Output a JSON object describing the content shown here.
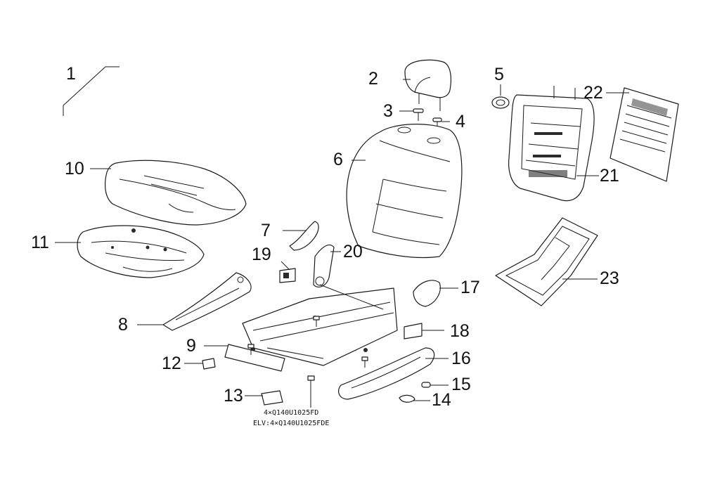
{
  "callouts": {
    "c1": "1",
    "c2": "2",
    "c3": "3",
    "c4": "4",
    "c5": "5",
    "c6": "6",
    "c7": "7",
    "c8": "8",
    "c9": "9",
    "c10": "10",
    "c11": "11",
    "c12": "12",
    "c13": "13",
    "c14": "14",
    "c15": "15",
    "c16": "16",
    "c17": "17",
    "c18": "18",
    "c19": "19",
    "c20": "20",
    "c21": "21",
    "c22": "22",
    "c23": "23"
  },
  "notes": {
    "bolt_qty": "4×Q140U1025FD",
    "bolt_qty_elv": "ELV:4×Q140U1025FDE"
  }
}
